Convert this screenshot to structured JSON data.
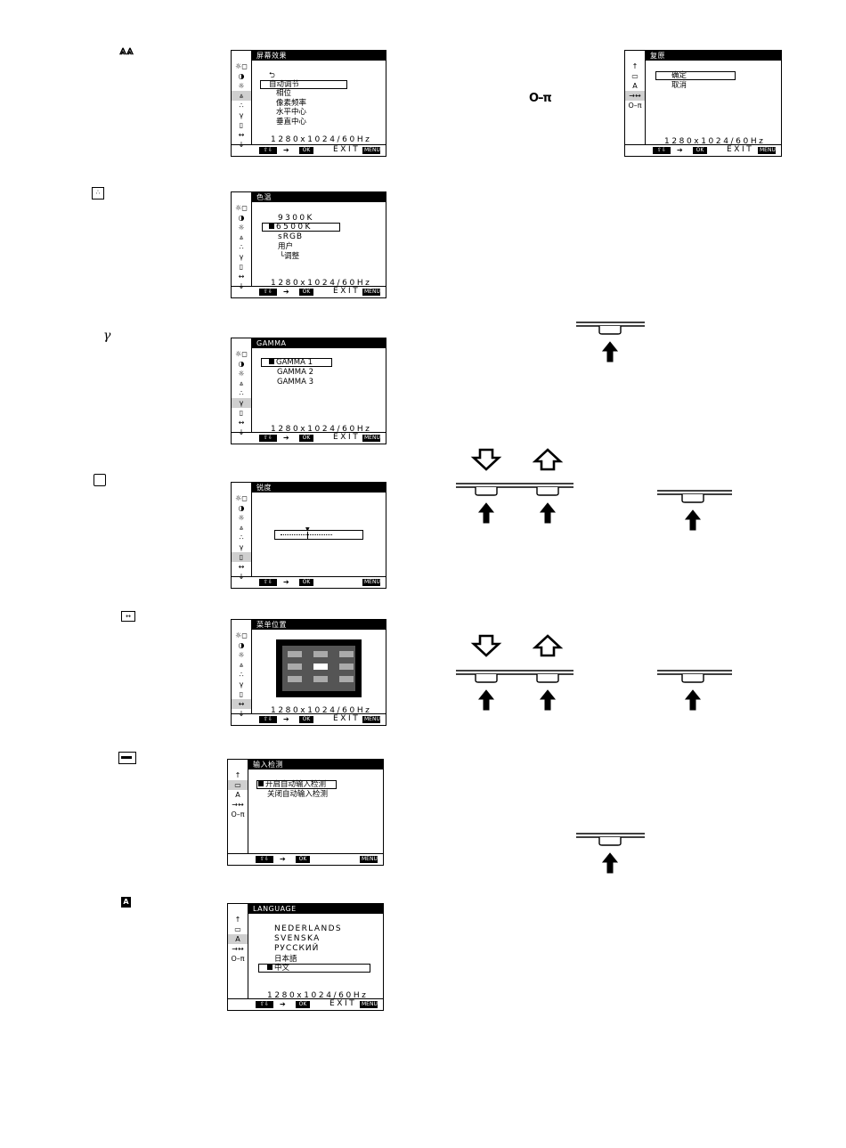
{
  "resolution": "1280x1024/60Hz",
  "footer": {
    "nav_keys": "⇧⇩",
    "arrow": "➔",
    "ok": "OK",
    "exit": "EXIT",
    "menu": "MENU"
  },
  "panels": {
    "screen_effect": {
      "title": "屏幕效果",
      "items": [
        "自动调节",
        "相位",
        "像素频率",
        "水平中心",
        "垂直中心"
      ],
      "back": "⮌"
    },
    "color_temp": {
      "title": "色温",
      "items": [
        "9300K",
        "6500K",
        "sRGB",
        "用户",
        "└调整"
      ]
    },
    "gamma": {
      "title": "GAMMA",
      "items": [
        "GAMMA 1",
        "GAMMA 2",
        "GAMMA 3"
      ]
    },
    "sharpness": {
      "title": "锐度"
    },
    "menu_position": {
      "title": "菜单位置"
    },
    "input_detect": {
      "title": "输入检测",
      "items": [
        "开启自动输入检测",
        "关闭自动输入检测"
      ]
    },
    "language": {
      "title": "LANGUAGE",
      "items": [
        "NEDERLANDS",
        "SVENSKA",
        "РУССКИЙ",
        "日本語",
        "中文"
      ]
    },
    "reset": {
      "title": "复原",
      "items": [
        "确定",
        "取消"
      ]
    }
  },
  "icons": {
    "sharpness_sym": "Ⲁ",
    "gamma_sym": "γ",
    "key_sym": "O‒π"
  }
}
